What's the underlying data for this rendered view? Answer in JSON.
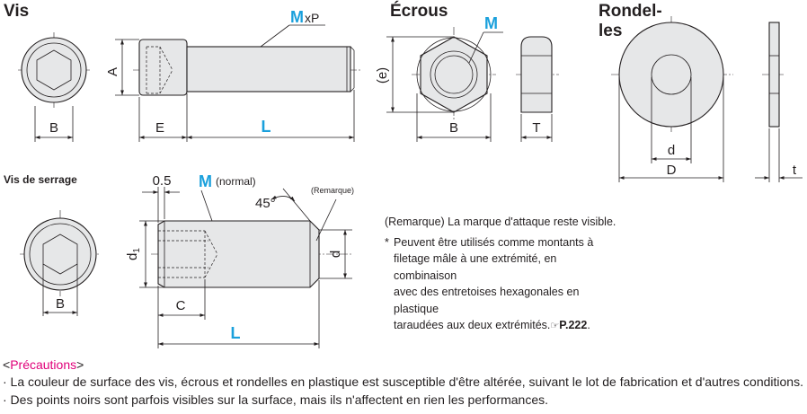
{
  "sections": {
    "screws": "Vis",
    "nuts": "Écrous",
    "washers_line1": "Rondel-",
    "washers_line2": "les",
    "set_screws": "Vis de serrage"
  },
  "dims": {
    "screw": {
      "M": "M",
      "xP": "xP",
      "A": "A",
      "B": "B",
      "E": "E",
      "L": "L"
    },
    "nut": {
      "M": "M",
      "e": "(e)",
      "B": "B",
      "T": "T"
    },
    "washer": {
      "d": "d",
      "D": "D",
      "t": "t"
    },
    "set_screw": {
      "pitch": "0.5",
      "M": "M",
      "normal": "(normal)",
      "angle": "45°",
      "remark": "(Remarque)",
      "d1": "d",
      "d1_sub": "1",
      "d": "d",
      "B": "B",
      "C": "C",
      "L": "L"
    }
  },
  "notes": {
    "remark": "(Remarque) La marque d'attaque reste visible.",
    "asterisk": "*",
    "star_lines": [
      "Peuvent être utilisés comme montants à",
      "filetage mâle à une extrémité, en combinaison",
      "avec des entretoises hexagonales en plastique",
      "taraudées aux deux extrémités."
    ],
    "ref_icon": "☞",
    "page_ref": "P.222",
    "ref_end": "."
  },
  "precautions": {
    "open": "<",
    "title": "Précautions",
    "close": ">",
    "items": [
      "· La couleur de surface des vis, écrous et rondelles en plastique est susceptible d'être altérée, suivant le lot de fabrication et d'autres conditions.",
      "· Des points noirs sont parfois visibles sur la surface, mais ils n'affectent en rien les performances."
    ]
  },
  "colors": {
    "dimension_blue": "#1aa0dc",
    "precaution_magenta": "#e0007a",
    "part_fill": "#e6e7e8"
  }
}
